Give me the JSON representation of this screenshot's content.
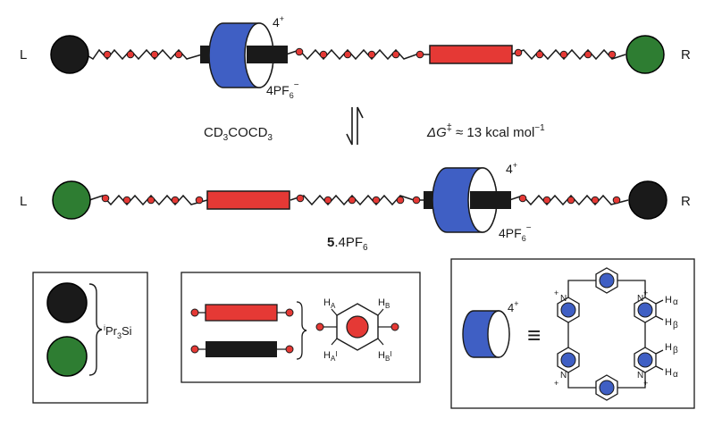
{
  "colors": {
    "stopper_black": "#1a1a1a",
    "stopper_green": "#2e7d32",
    "station_red": "#e53935",
    "ring_blue": "#3f5fc4",
    "bead_red": "#e53935",
    "line": "#1a1a1a"
  },
  "top_rotaxane": {
    "left_label": "L",
    "right_label": "R",
    "charge": "4",
    "charge_sup": "+",
    "counterion_main": "4PF",
    "counterion_sub": "6",
    "counterion_sup": "−"
  },
  "equilibrium": {
    "solvent_a": "CD",
    "solvent_sub1": "3",
    "solvent_b": "COCD",
    "solvent_sub2": "3",
    "barrier_delta": "ΔG",
    "barrier_ddagger": "‡",
    "barrier_rest": " ≈ 13 kcal mol",
    "barrier_sup": "−1"
  },
  "bottom_rotaxane": {
    "left_label": "L",
    "right_label": "R",
    "charge": "4",
    "charge_sup": "+",
    "counterion_main": "4PF",
    "counterion_sub": "6",
    "counterion_sup": "−",
    "compound_bold": "5",
    "compound_rest": ".4PF",
    "compound_sub": "6"
  },
  "legend_stoppers": {
    "label_sup": "i",
    "label_main": "Pr",
    "label_sub": "3",
    "label_tail": "Si"
  },
  "legend_stations": {
    "ha": "H",
    "ha_sub": "A",
    "hb": "H",
    "hb_sub": "B",
    "ha2": "H",
    "ha2_sub": "A",
    "ha2_sup": "I",
    "hb2": "H",
    "hb2_sub": "B",
    "hb2_sup": "I"
  },
  "legend_ring": {
    "charge": "4",
    "charge_sup": "+",
    "equiv": "≡",
    "n_label": "N",
    "plus": "+",
    "h_alpha": "α",
    "h_beta": "β",
    "h": "H"
  }
}
